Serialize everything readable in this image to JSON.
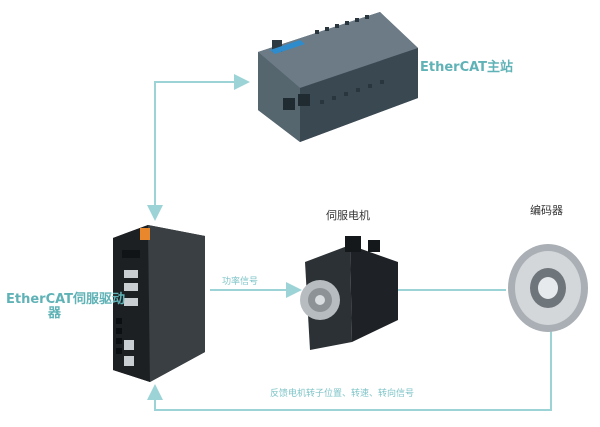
{
  "labels": {
    "master": "EtherCAT主站",
    "drive_line1": "EtherCAT伺服驱动",
    "drive_line2": "器",
    "motor": "伺服电机",
    "encoder": "编码器",
    "power_signal": "功率信号",
    "feedback": "反馈电机转子位置、转速、转向信号"
  },
  "colors": {
    "accent": "#5fb2b6",
    "arrow": "#9bd3d6"
  },
  "icons": {
    "plc": "plc-device-icon",
    "drive": "servo-drive-icon",
    "motor": "servo-motor-icon",
    "encoder": "encoder-icon"
  }
}
